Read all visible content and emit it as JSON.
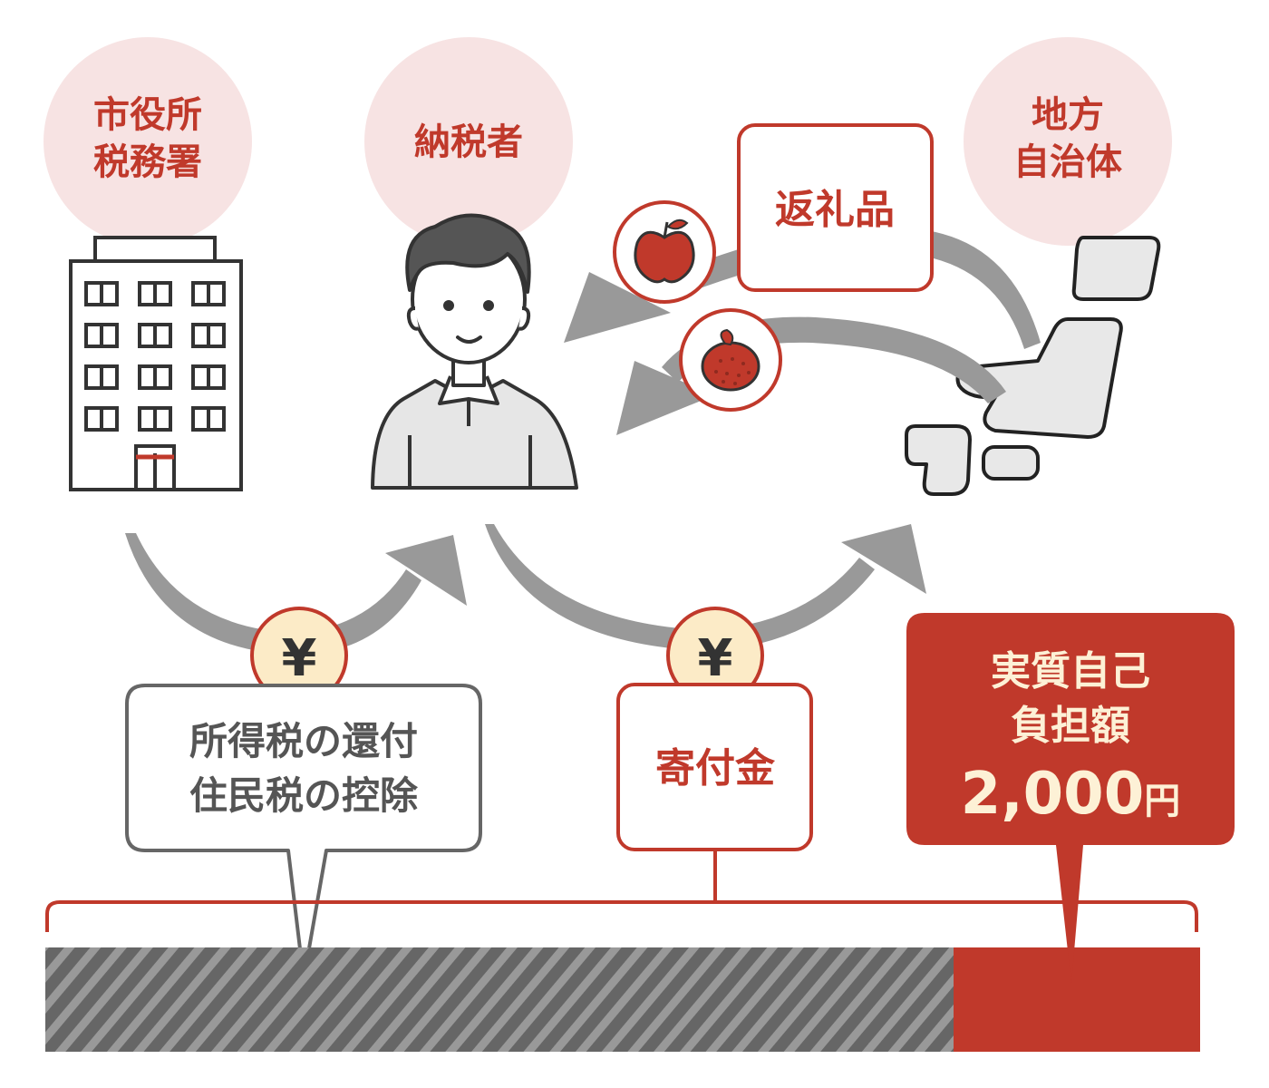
{
  "actors": {
    "office": [
      "市役所",
      "税務署"
    ],
    "taxpayer": [
      "納税者"
    ],
    "local_gov": [
      "地方",
      "自治体"
    ]
  },
  "gift": {
    "label": "返礼品"
  },
  "donation": {
    "label": "寄付金",
    "yen": "¥"
  },
  "refund": {
    "line1": "所得税の還付",
    "line2": "住民税の控除",
    "yen": "¥"
  },
  "burden": {
    "line1": "実質自己",
    "line2": "負担額",
    "amount": "2,000",
    "unit": "円"
  },
  "icons": {
    "building": "office-building-icon",
    "person": "taxpayer-person-icon",
    "japan": "japan-map-icon",
    "apple": "apple-icon",
    "orange": "mandarin-orange-icon",
    "yen": "yen-coin-icon"
  },
  "colors": {
    "accent_red": "#c0392b",
    "circle_pink": "#f7e3e3",
    "arrow_gray": "#999999",
    "coin_cream": "#fcebc7",
    "cream_text": "#fdf1d6"
  }
}
